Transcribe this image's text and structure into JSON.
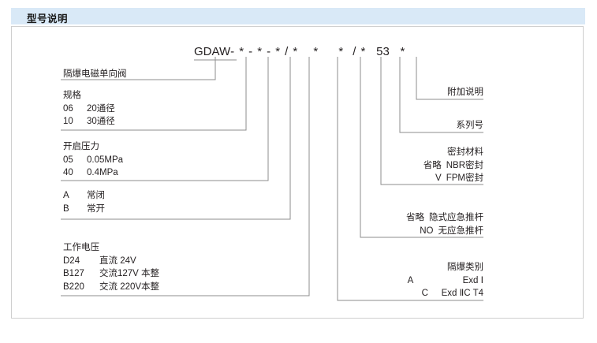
{
  "header": {
    "title": "型号说明",
    "band_color": "#d9e9f7"
  },
  "model_code": {
    "base": "GDAW",
    "full": "GDAW-*-*-*/*  *  */* 53 *",
    "tokens": [
      "GDAW",
      "-",
      "*",
      "-",
      "*",
      "-",
      "*",
      "/",
      "*",
      "*",
      "*",
      "/",
      "*",
      "53",
      "*"
    ]
  },
  "left_labels": [
    {
      "id": "product-name",
      "lines": [
        {
          "code": "",
          "text": "隔爆电磁单向阀"
        }
      ]
    },
    {
      "id": "specification",
      "heading": "规格",
      "lines": [
        {
          "code": "06",
          "text": "20通径"
        },
        {
          "code": "10",
          "text": "30通径"
        }
      ]
    },
    {
      "id": "opening-pressure",
      "heading": "开启压力",
      "lines": [
        {
          "code": "05",
          "text": "0.05MPa"
        },
        {
          "code": "40",
          "text": "0.4MPa"
        }
      ]
    },
    {
      "id": "valve-state",
      "heading": "",
      "lines": [
        {
          "code": "A",
          "text": "常闭"
        },
        {
          "code": "B",
          "text": "常开"
        }
      ]
    },
    {
      "id": "working-voltage",
      "heading": "工作电压",
      "lines": [
        {
          "code": "D24",
          "text": "直流 24V"
        },
        {
          "code": "B127",
          "text": "交流127V 本整"
        },
        {
          "code": "B220",
          "text": "交流 220V本整"
        }
      ]
    }
  ],
  "right_labels": [
    {
      "id": "additional-description",
      "heading": "附加说明",
      "lines": []
    },
    {
      "id": "series-number",
      "heading": "系列号",
      "lines": []
    },
    {
      "id": "sealing-material",
      "heading": "密封材料",
      "lines": [
        {
          "code": "省略",
          "text": "NBR密封"
        },
        {
          "code": "V",
          "text": "FPM密封"
        }
      ]
    },
    {
      "id": "emergency-push-rod",
      "heading": "",
      "lines": [
        {
          "code": "省略",
          "text": "隐式应急推杆"
        },
        {
          "code": "NO",
          "text": "无应急推杆"
        }
      ]
    },
    {
      "id": "explosion-proof-class",
      "heading": "隔爆类别",
      "lines": [
        {
          "code": "A",
          "text": "Exd Ⅰ"
        },
        {
          "code": "C",
          "text": "Exd ⅡC T4"
        }
      ]
    }
  ]
}
